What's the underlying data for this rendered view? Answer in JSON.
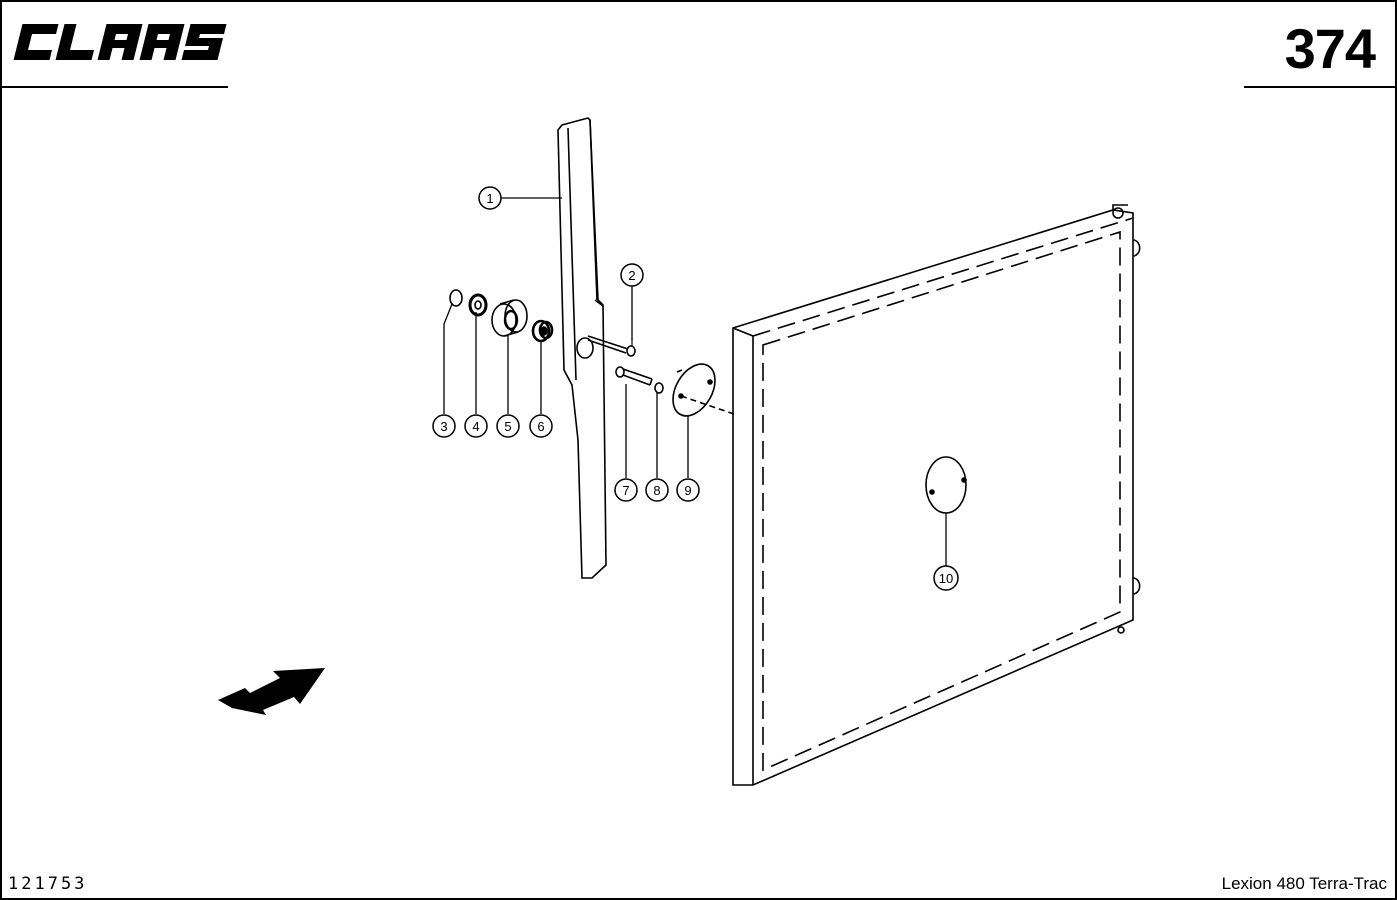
{
  "header": {
    "logo_text": "CLAAS",
    "page_number": "374"
  },
  "footer": {
    "drawing_number": "121753",
    "model_name": "Lexion 480 Terra-Trac"
  },
  "callouts": [
    "1",
    "2",
    "3",
    "4",
    "5",
    "6",
    "7",
    "8",
    "9",
    "10"
  ],
  "colors": {
    "ink": "#000000",
    "paper": "#ffffff"
  },
  "icons": {
    "direction": "direction-arrow-icon"
  }
}
